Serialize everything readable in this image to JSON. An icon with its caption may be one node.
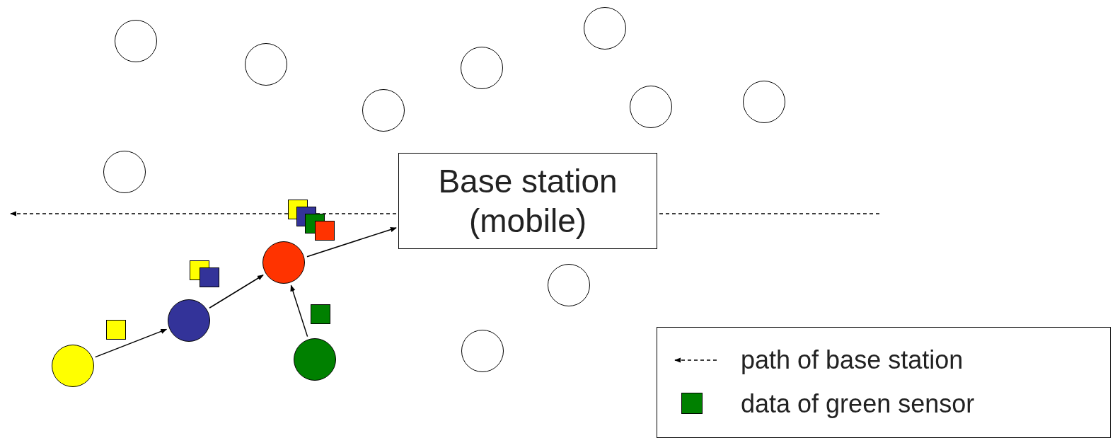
{
  "diagram": {
    "nodes": [
      {
        "text": [],
        "shape": "circle"
      },
      {
        "text": [],
        "shape": "circle"
      },
      {
        "text": [],
        "shape": "circle"
      },
      {
        "text": [],
        "shape": "circle"
      },
      {
        "text": [],
        "shape": "circle"
      },
      {
        "text": [],
        "shape": "circle"
      },
      {
        "text": [],
        "shape": "circle"
      },
      {
        "text": [],
        "shape": "circle"
      },
      {
        "text": [
          "Base station (mobile)"
        ]
      },
      {
        "text": [],
        "shape": "circle"
      },
      {
        "text": [],
        "shape": "circle"
      },
      {
        "text": [],
        "shape": "circle"
      },
      {
        "text": [],
        "shape": "circle"
      },
      {
        "text": [],
        "shape": "circle"
      },
      {
        "text": [],
        "shape": "circle"
      }
    ],
    "edges": [
      {
        "from": 14,
        "to": 11,
        "arrow": "to"
      },
      {
        "from": 11,
        "to": 9,
        "arrow": "to"
      },
      {
        "from": 12,
        "to": 9,
        "arrow": "to"
      },
      {
        "from": 9,
        "to": 8,
        "arrow": "to"
      },
      {
        "from": 8,
        "to": null,
        "arrow": "to",
        "style": "dashed"
      }
    ],
    "legend": [
      {
        "text": "path of base station"
      },
      {
        "text": "data of green sensor",
        "color": "#008000"
      }
    ]
  }
}
